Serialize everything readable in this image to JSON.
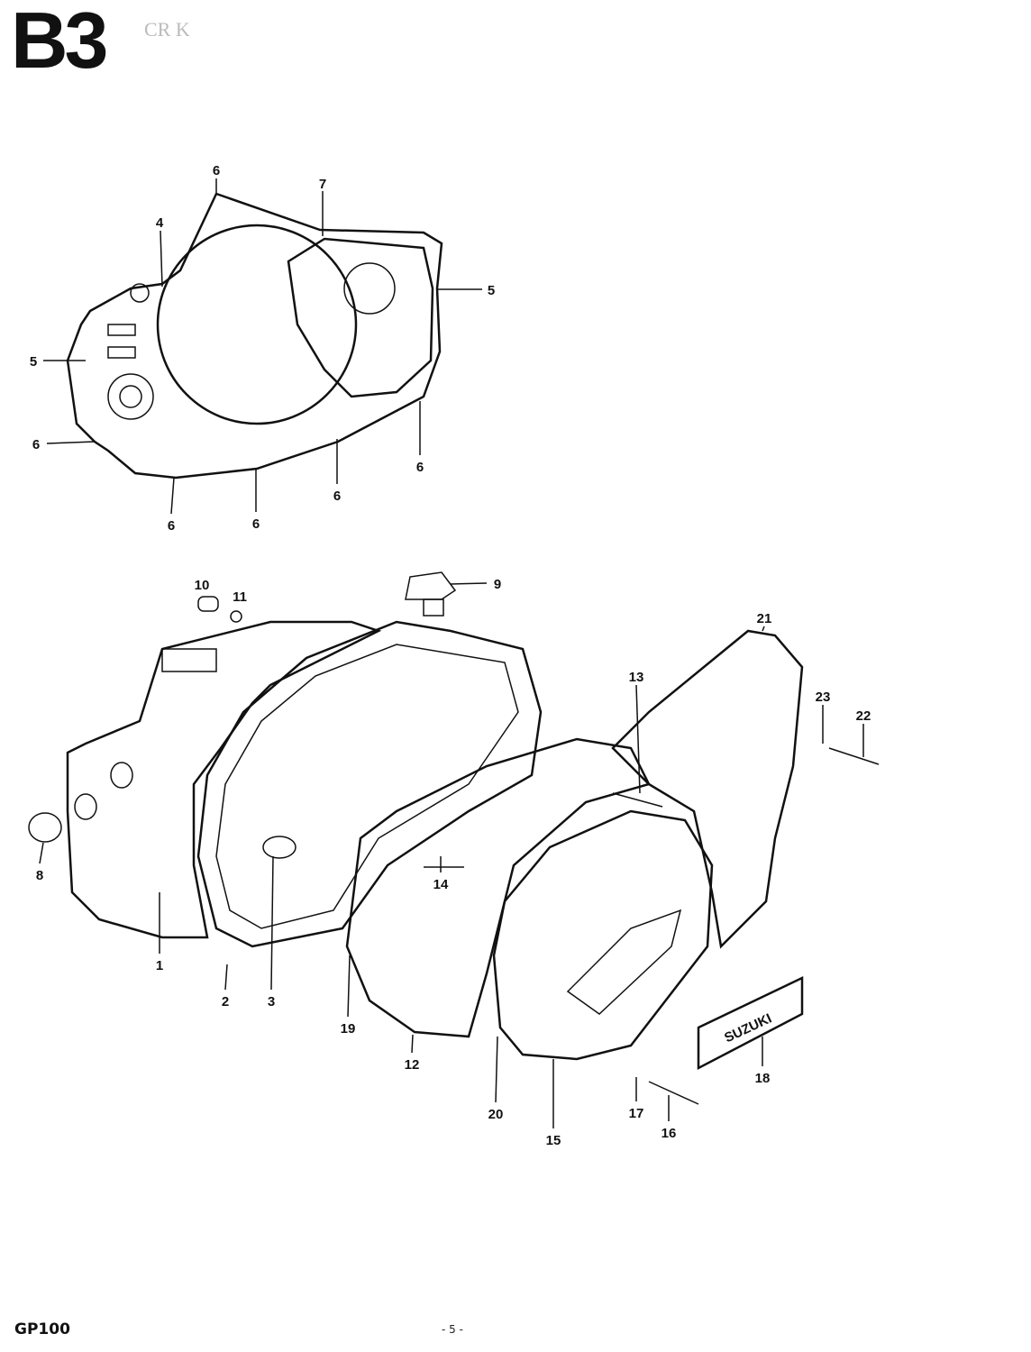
{
  "header": {
    "code": "B3",
    "overlay_text": "CR K"
  },
  "footer": {
    "model": "GP100",
    "page": "- 5 -"
  },
  "emblem_text": "SUZUKI",
  "callouts": [
    "6",
    "7",
    "4",
    "5",
    "5",
    "6",
    "6",
    "6",
    "6",
    "6",
    "10",
    "11",
    "9",
    "21",
    "13",
    "23",
    "22",
    "8",
    "14",
    "1",
    "2",
    "3",
    "19",
    "12",
    "18",
    "20",
    "15",
    "17",
    "16"
  ]
}
